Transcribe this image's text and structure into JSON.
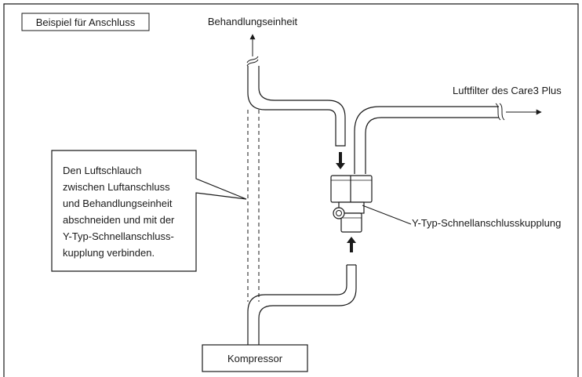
{
  "title": "Beispiel für Anschluss",
  "labels": {
    "treatment_unit": "Behandlungseinheit",
    "air_filter": "Luftfilter des Care3 Plus",
    "coupling": "Y-Typ-Schnellanschlusskupplung",
    "compressor": "Kompressor"
  },
  "instruction": {
    "lines": [
      "Den Luftschlauch",
      "zwischen Luftanschluss",
      "und Behandlungseinheit",
      "abschneiden und mit der",
      "Y-Typ-Schnellanschluss-",
      "kupplung verbinden."
    ]
  },
  "colors": {
    "line": "#1a1a1a",
    "background": "#ffffff"
  }
}
